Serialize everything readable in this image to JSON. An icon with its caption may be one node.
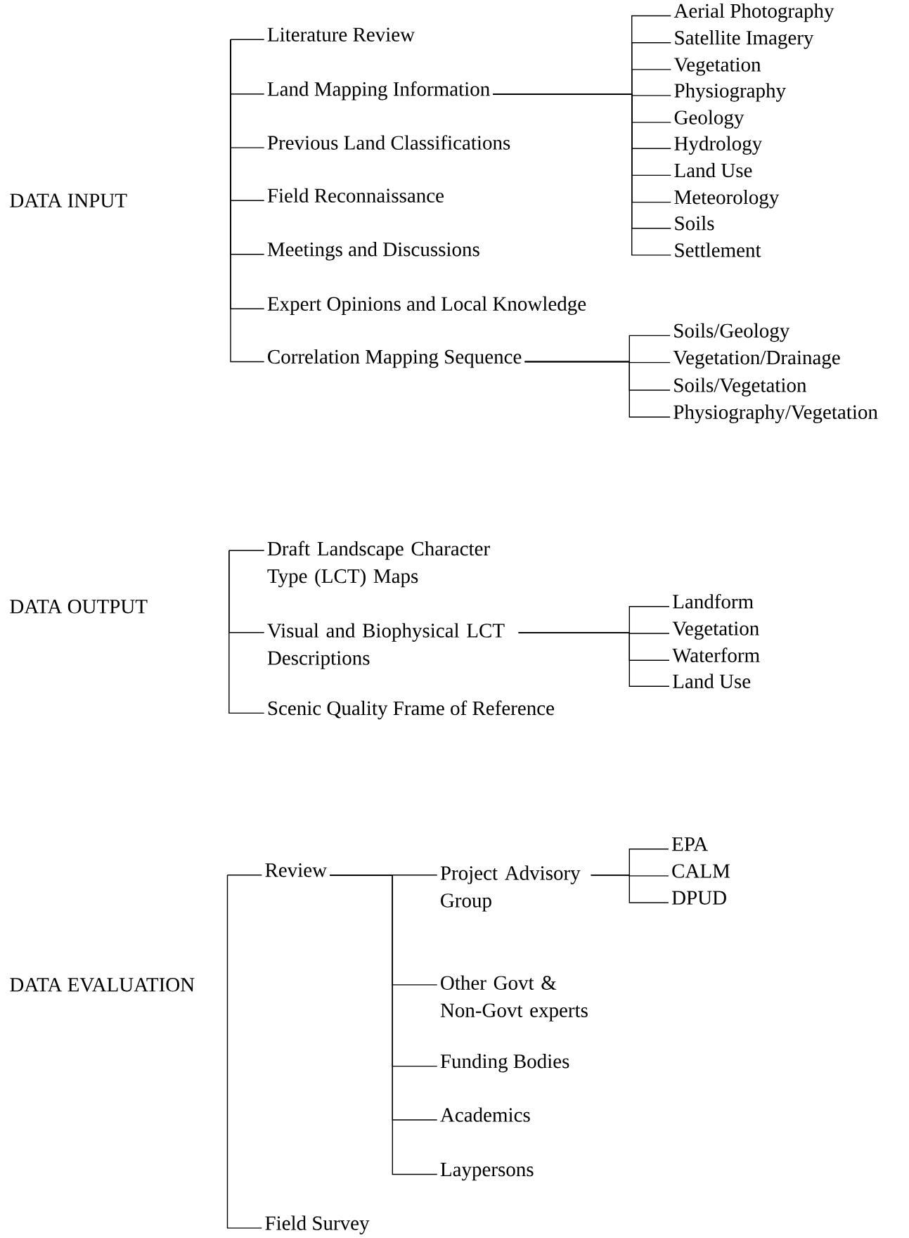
{
  "diagram": {
    "nodes": [
      {
        "text": [
          "Literature Review"
        ]
      },
      {
        "text": [
          "Land Mapping Information"
        ]
      },
      {
        "text": [
          "Previous Land Classifications"
        ]
      },
      {
        "text": [
          "Field Reconnaissance"
        ]
      },
      {
        "text": [
          "Meetings and Discussions"
        ]
      },
      {
        "text": [
          "Expert Opinions and Local Knowledge"
        ]
      },
      {
        "text": [
          "Correlation Mapping Sequence"
        ]
      },
      {
        "text": [
          "Aerial Photography"
        ]
      },
      {
        "text": [
          "Satellite Imagery"
        ]
      },
      {
        "text": [
          "Vegetation"
        ]
      },
      {
        "text": [
          "Physiography"
        ]
      },
      {
        "text": [
          "Geology"
        ]
      },
      {
        "text": [
          "Hydrology"
        ]
      },
      {
        "text": [
          "Land Use"
        ]
      },
      {
        "text": [
          "Meteorology"
        ]
      },
      {
        "text": [
          "Soils"
        ]
      },
      {
        "text": [
          "Settlement"
        ]
      },
      {
        "text": [
          "Soils/Geology"
        ]
      },
      {
        "text": [
          "Vegetation/Drainage"
        ]
      },
      {
        "text": [
          "Soils/Vegetation"
        ]
      },
      {
        "text": [
          "Physiography/Vegetation"
        ]
      },
      {
        "text": [
          "Draft Landscape Character Type (LCT) Maps"
        ]
      },
      {
        "text": [
          "Visual and Biophysical LCT Descriptions"
        ]
      },
      {
        "text": [
          "Scenic Quality Frame of Reference"
        ]
      },
      {
        "text": [
          "Landform"
        ]
      },
      {
        "text": [
          "Vegetation"
        ]
      },
      {
        "text": [
          "Waterform"
        ]
      },
      {
        "text": [
          "Land Use"
        ]
      },
      {
        "text": [
          "Review"
        ]
      },
      {
        "text": [
          "Project Advisory Group"
        ]
      },
      {
        "text": [
          "Other Govt & Non-Govt experts"
        ]
      },
      {
        "text": [
          "Funding Bodies"
        ]
      },
      {
        "text": [
          "Academics"
        ]
      },
      {
        "text": [
          "Laypersons"
        ]
      },
      {
        "text": [
          "EPA"
        ]
      },
      {
        "text": [
          "CALM"
        ]
      },
      {
        "text": [
          "DPUD"
        ]
      },
      {
        "text": [
          "Field Survey"
        ]
      }
    ],
    "edges": [
      {
        "from": null,
        "to": 0,
        "arrow": "none"
      },
      {
        "from": null,
        "to": 1,
        "arrow": "none"
      },
      {
        "from": null,
        "to": 2,
        "arrow": "none"
      },
      {
        "from": null,
        "to": 3,
        "arrow": "none"
      },
      {
        "from": null,
        "to": 4,
        "arrow": "none"
      },
      {
        "from": null,
        "to": 5,
        "arrow": "none"
      },
      {
        "from": null,
        "to": 6,
        "arrow": "none"
      },
      {
        "from": 1,
        "to": 7,
        "arrow": "none"
      },
      {
        "from": 1,
        "to": 8,
        "arrow": "none"
      },
      {
        "from": 1,
        "to": 9,
        "arrow": "none"
      },
      {
        "from": 1,
        "to": 10,
        "arrow": "none"
      },
      {
        "from": 1,
        "to": 11,
        "arrow": "none"
      },
      {
        "from": 1,
        "to": 12,
        "arrow": "none"
      },
      {
        "from": 1,
        "to": 13,
        "arrow": "none"
      },
      {
        "from": 1,
        "to": 14,
        "arrow": "none"
      },
      {
        "from": 1,
        "to": 15,
        "arrow": "none"
      },
      {
        "from": 1,
        "to": 16,
        "arrow": "none"
      },
      {
        "from": 6,
        "to": 17,
        "arrow": "none"
      },
      {
        "from": 6,
        "to": 18,
        "arrow": "none"
      },
      {
        "from": 6,
        "to": 19,
        "arrow": "none"
      },
      {
        "from": 6,
        "to": 20,
        "arrow": "none"
      },
      {
        "from": null,
        "to": 21,
        "arrow": "none"
      },
      {
        "from": null,
        "to": 22,
        "arrow": "none"
      },
      {
        "from": null,
        "to": 23,
        "arrow": "none"
      },
      {
        "from": 22,
        "to": 24,
        "arrow": "none"
      },
      {
        "from": 22,
        "to": 25,
        "arrow": "none"
      },
      {
        "from": 22,
        "to": 26,
        "arrow": "none"
      },
      {
        "from": 22,
        "to": 27,
        "arrow": "none"
      },
      {
        "from": null,
        "to": 28,
        "arrow": "none"
      },
      {
        "from": null,
        "to": 37,
        "arrow": "none"
      },
      {
        "from": 28,
        "to": 29,
        "arrow": "none"
      },
      {
        "from": 28,
        "to": 30,
        "arrow": "none"
      },
      {
        "from": 28,
        "to": 31,
        "arrow": "none"
      },
      {
        "from": 28,
        "to": 32,
        "arrow": "none"
      },
      {
        "from": 28,
        "to": 33,
        "arrow": "none"
      },
      {
        "from": 29,
        "to": 34,
        "arrow": "none"
      },
      {
        "from": 29,
        "to": 35,
        "arrow": "none"
      },
      {
        "from": 29,
        "to": 36,
        "arrow": "none"
      }
    ],
    "labels": [
      "DATA INPUT",
      "DATA OUTPUT",
      "DATA EVALUATION"
    ]
  }
}
